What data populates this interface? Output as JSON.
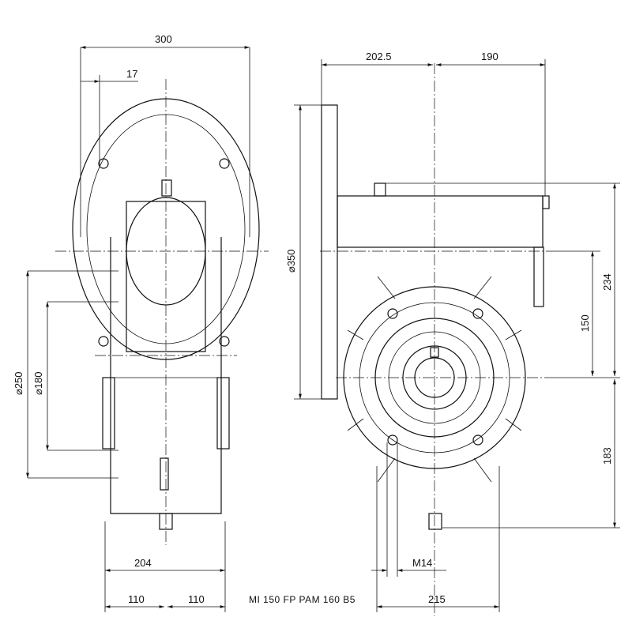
{
  "drawing": {
    "title": "MI 150 FP PAM 160 B5",
    "front_view": {
      "width_overall": "300",
      "hole_offset": "17",
      "flange_diameter_250": "⌀250",
      "pilot_diameter_180": "⌀180",
      "base_width": "204",
      "half_width_left": "110",
      "half_width_right": "110"
    },
    "side_view": {
      "left_extent": "202.5",
      "right_extent": "190",
      "flange_diameter_350": "⌀350",
      "center_height_upper": "234",
      "axis_distance": "150",
      "center_height_lower": "183",
      "thread": "M14",
      "foot_width": "215"
    }
  }
}
